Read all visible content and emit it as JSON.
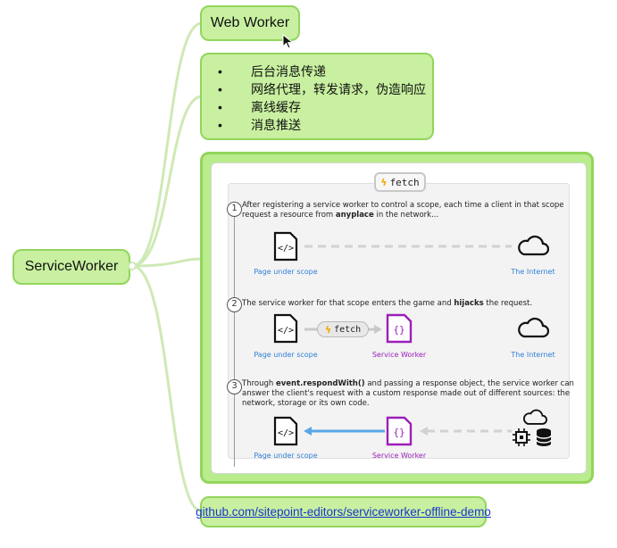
{
  "mindmap": {
    "root": {
      "label": "ServiceWorker"
    },
    "children": {
      "web_worker": {
        "label": "Web Worker"
      },
      "features": {
        "bullet": "•",
        "items": [
          "后台消息传递",
          "网络代理，转发请求，伪造响应",
          "离线缓存",
          "消息推送"
        ]
      },
      "link": {
        "label": "github.com/sitepoint-editors/serviceworker-offline-demo"
      }
    }
  },
  "figure": {
    "fetch_label": "fetch",
    "steps": [
      {
        "number": "1",
        "text_before": "After registering a service worker to control a scope, each time a client in that scope request a resource from ",
        "text_bold": "anyplace",
        "text_after": " in the network..."
      },
      {
        "number": "2",
        "text_before": "The service worker for that scope enters the game and ",
        "text_bold": "hijacks",
        "text_after": " the request."
      },
      {
        "number": "3",
        "text_before": "Through ",
        "text_bold": "event.respondWith()",
        "text_after": " and passing a response object, the service worker can answer the client's request with a custom response made out of different sources: the network, storage or its own code."
      }
    ],
    "labels": {
      "page": "Page under scope",
      "internet": "The Internet",
      "service_worker": "Service Worker"
    },
    "icons": {
      "page": "document-code-icon",
      "cloud": "cloud-icon",
      "service_worker": "braces-document-icon",
      "chip": "cpu-chip-icon",
      "storage": "database-icon",
      "bolt": "lightning-bolt-icon",
      "cursor": "mouse-pointer-icon"
    },
    "colors": {
      "page_caption": "#2e7fd6",
      "service_worker": "#9b1fb8",
      "response_arrow": "#5aa6e6",
      "bolt": "#f2a900"
    }
  }
}
